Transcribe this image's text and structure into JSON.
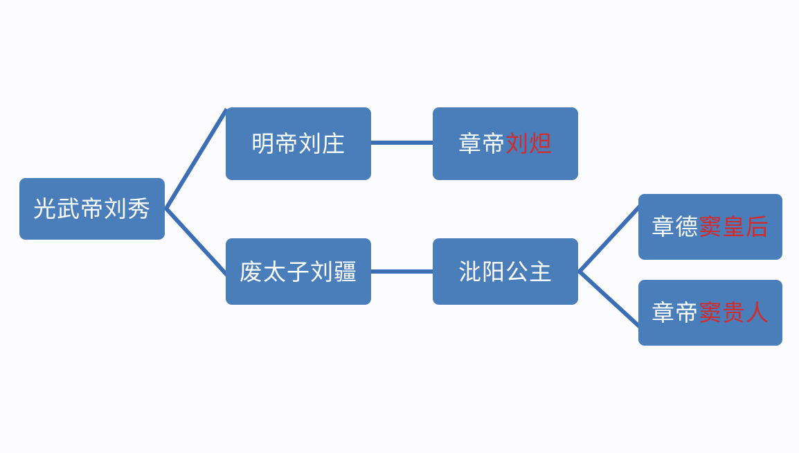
{
  "diagram": {
    "type": "family-tree",
    "title": "",
    "colors": {
      "background": "#fcfbfd",
      "node_fill": "#4a7ebb",
      "node_text": "#ffffff",
      "accent_text": "#d22b2b",
      "connector": "#3b6eb4"
    },
    "nodes": [
      {
        "id": "guangwu",
        "text": "光武帝刘秀",
        "plain": "光武帝刘秀",
        "accent": ""
      },
      {
        "id": "mingdi",
        "text": "明帝刘庄",
        "plain": "明帝刘庄",
        "accent": ""
      },
      {
        "id": "feitaizi",
        "text": "废太子刘疆",
        "plain": "废太子刘疆",
        "accent": ""
      },
      {
        "id": "zhangdi-liuda",
        "text": "章帝刘炟",
        "plain": "章帝",
        "accent": "刘炟"
      },
      {
        "id": "biyang",
        "text": "沘阳公主",
        "plain": "沘阳公主",
        "accent": ""
      },
      {
        "id": "zhangde-empress",
        "text": "章德窦皇后",
        "plain": "章德",
        "accent": "窦皇后"
      },
      {
        "id": "zhangdi-consort",
        "text": "章帝窦贵人",
        "plain": "章帝",
        "accent": "窦贵人"
      }
    ],
    "edges": [
      {
        "from": "guangwu",
        "to": "mingdi",
        "style": "fork-up"
      },
      {
        "from": "guangwu",
        "to": "feitaizi",
        "style": "fork-down"
      },
      {
        "from": "mingdi",
        "to": "zhangdi-liuda",
        "style": "horizontal"
      },
      {
        "from": "feitaizi",
        "to": "biyang",
        "style": "horizontal"
      },
      {
        "from": "biyang",
        "to": "zhangde-empress",
        "style": "fork-up"
      },
      {
        "from": "biyang",
        "to": "zhangdi-consort",
        "style": "fork-down"
      }
    ]
  }
}
